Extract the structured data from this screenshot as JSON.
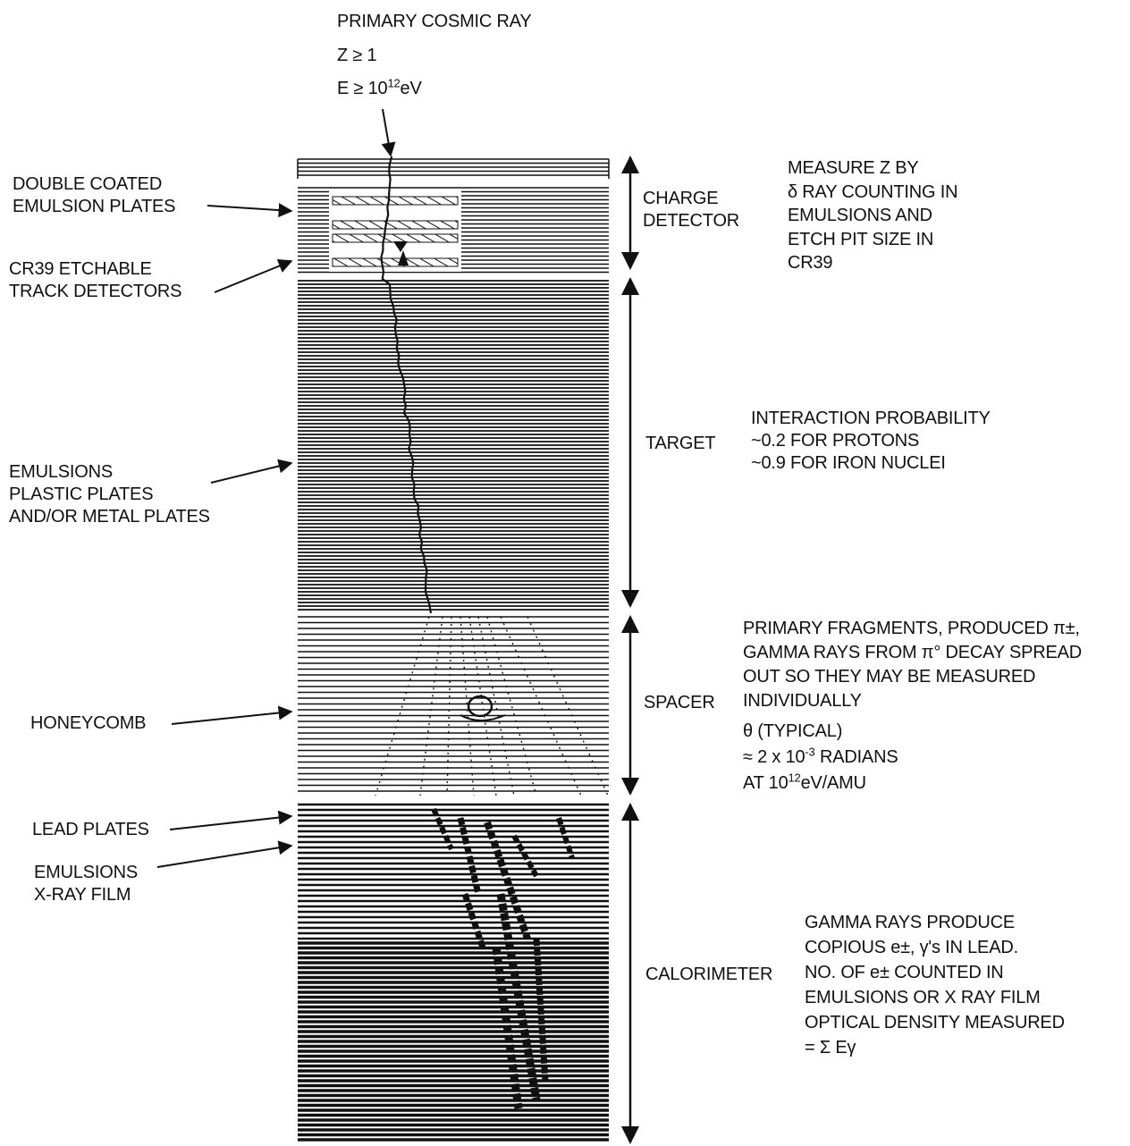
{
  "primary": {
    "title": "PRIMARY COSMIC RAY",
    "z": "Z ≥ 1",
    "e_base": "E ≥ 10",
    "e_exp": "12",
    "e_unit": "eV"
  },
  "left_labels": {
    "double_coated": [
      "DOUBLE COATED",
      "EMULSION PLATES"
    ],
    "cr39": [
      "CR39 ETCHABLE",
      "TRACK DETECTORS"
    ],
    "emulsions_plates": [
      "EMULSIONS",
      "PLASTIC PLATES",
      "AND/OR METAL PLATES"
    ],
    "honeycomb": "HONEYCOMB",
    "lead_plates": "LEAD PLATES",
    "emulsions_xray": [
      "EMULSIONS",
      "X-RAY FILM"
    ]
  },
  "sections": {
    "charge_detector": {
      "name": [
        "CHARGE",
        "DETECTOR"
      ],
      "desc": [
        "MEASURE Z BY",
        "δ RAY COUNTING IN",
        "EMULSIONS AND",
        "ETCH PIT SIZE IN",
        "CR39"
      ]
    },
    "target": {
      "name": "TARGET",
      "desc": [
        "INTERACTION PROBABILITY",
        "~0.2 FOR PROTONS",
        "~0.9 FOR IRON NUCLEI"
      ]
    },
    "spacer": {
      "name": "SPACER",
      "desc": [
        "PRIMARY FRAGMENTS, PRODUCED π±,",
        "GAMMA RAYS FROM π° DECAY SPREAD",
        "OUT SO THEY MAY BE MEASURED",
        "INDIVIDUALLY"
      ],
      "theta": "θ (TYPICAL)",
      "theta_value_base": "≈ 2 x 10",
      "theta_value_exp": "-3",
      "theta_value_unit": " RADIANS",
      "at_base": "AT 10",
      "at_exp": "12",
      "at_unit": "eV/AMU"
    },
    "calorimeter": {
      "name": "CALORIMETER",
      "desc": [
        "GAMMA RAYS PRODUCE",
        "COPIOUS e±, γ's IN LEAD.",
        "NO. OF e± COUNTED IN",
        "EMULSIONS OR X RAY FILM",
        "OPTICAL DENSITY MEASURED",
        "= Σ Eγ"
      ]
    }
  },
  "colors": {
    "ink": "#111111",
    "paper": "#ffffff"
  }
}
